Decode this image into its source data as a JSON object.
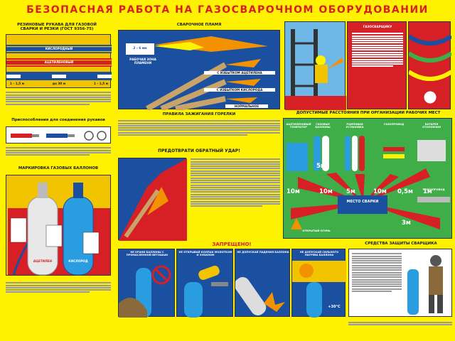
{
  "title": "БЕЗОПАСНАЯ РАБОТА НА ГАЗОСВАРОЧНОМ ОБОРУДОВАНИИ",
  "sections": {
    "hoses": {
      "title": "РЕЗИНОВЫЕ РУКАВА ДЛЯ ГАЗОВОЙ СВАРКИ И РЕЗКИ (ГОСТ 9356-75)",
      "hose1": "КИСЛОРОДНЫЙ",
      "hose2": "АЦЕТИЛЕНОВЫЙ",
      "marks": [
        "1 – 1,5 м",
        "до 30 м",
        "1 – 1,5 м"
      ]
    },
    "flame": {
      "title": "СВАРОЧНОЕ ПЛАМЯ",
      "zone": "РАБОЧАЯ ЗОНА ПЛАМЕНИ",
      "range": "2 – 6 мм",
      "f1": "С ИЗБЫТКОМ АЦЕТИЛЕНА",
      "f2": "С ИЗБЫТКОМ КИСЛОРОДА",
      "f3": "НОРМАЛЬНОЕ"
    },
    "ignition": {
      "title": "ПРАВИЛА ЗАЖИГАНИЯ ГОРЕЛКИ"
    },
    "backfire": {
      "title": "ПРЕДОТВРАТИ ОБРАТНЫЙ УДАР!"
    },
    "connect": {
      "title": "Приспособления для соединения рукавов"
    },
    "cylinders": {
      "title": "МАРКИРОВКА ГАЗОВЫХ БАЛЛОНОВ",
      "o2": "КИСЛОРОД",
      "ac": "АЦЕТИЛЕН"
    },
    "height": {
      "title": "ГАЗОСВАРЩИКУ"
    },
    "distances": {
      "title": "ДОПУСТИМЫЕ РАССТОЯНИЯ ПРИ ОРГАНИЗАЦИИ РАБОЧИХ МЕСТ",
      "items": [
        "АЦЕТИЛЕНОВЫЙ ГЕНЕРАТОР",
        "ГАЗОВЫЕ БАЛЛОНЫ",
        "РАМПОВАЯ УСТАНОВКА",
        "ГАЗОПРОВОД",
        "БАТАРЕЯ ОТОПЛЕНИЯ"
      ],
      "center": "МЕСТО СВАРКИ",
      "fire": "ОТКРЫТЫЙ ОГОНЬ",
      "pipe": "ТРУБОПРОВОД",
      "d": [
        "5м",
        "10м",
        "10м",
        "5м",
        "10м",
        "0,5м",
        "1м",
        "3м"
      ]
    },
    "forbidden": {
      "title": "ЗАПРЕЩЕНО!",
      "items": [
        "НЕ ХРАНИ БАЛЛОНЫ С ПРОМАСЛЕННОЙ ВЕТОШЬЮ",
        "НЕ ОТКРЫВАЙ КОЛПАК МОЛОТКОМ И ЗУБИЛОМ",
        "НЕ ДОПУСКАЙ ПАДЕНИЯ БАЛЛОНА",
        "НЕ ДОПУСКАЙ СИЛЬНОГО НАГРЕВА БАЛЛОНА"
      ],
      "temp": "+30°С"
    },
    "protection": {
      "title": "СРЕДСТВА ЗАЩИТЫ СВАРЩИКА"
    }
  },
  "colors": {
    "background": "#fff200",
    "title": "#d71f26",
    "oxygen": "#1b4fa0",
    "acetylene": "#e8e8e8",
    "flame": "#f39200",
    "arrow": "#d71f26",
    "panel_blue": "#1b4fa0",
    "panel_sky": "#6fb7e6",
    "distance_panel": "#3fae49"
  }
}
